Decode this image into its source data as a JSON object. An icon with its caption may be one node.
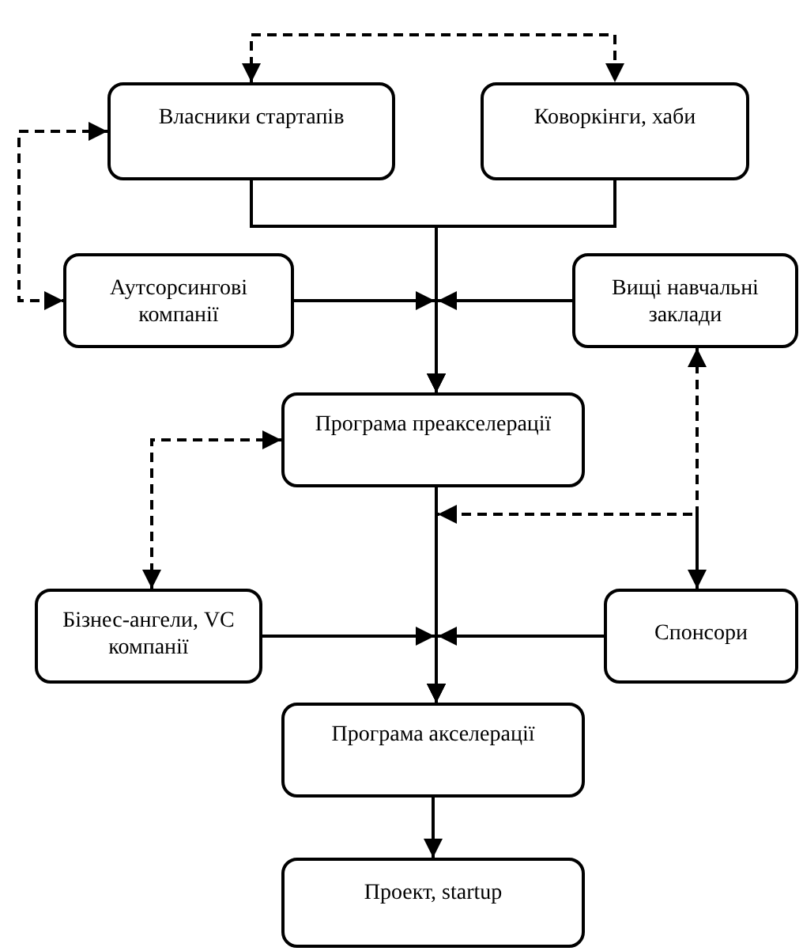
{
  "diagram": {
    "nodes": [
      {
        "text": [
          "Власники стартапів"
        ]
      },
      {
        "text": [
          "Коворкінги, хаби"
        ]
      },
      {
        "text": [
          "Аутсорсингові компанії"
        ]
      },
      {
        "text": [
          "Вищі навчальні заклади"
        ]
      },
      {
        "text": [
          "Програма преакселерації"
        ]
      },
      {
        "text": [
          "Бізнес-ангели, VC компанії"
        ]
      },
      {
        "text": [
          "Спонсори"
        ]
      },
      {
        "text": [
          "Програма акселерації"
        ]
      },
      {
        "text": [
          "Проект, startup"
        ]
      }
    ],
    "edges": [
      {
        "from": 0,
        "to": 1,
        "arrow": "both",
        "style": "dashed"
      },
      {
        "from": 0,
        "to": 2,
        "arrow": "both",
        "style": "dashed"
      },
      {
        "from": 0,
        "to": 4,
        "arrow": "to"
      },
      {
        "from": 1,
        "to": 4,
        "arrow": "to"
      },
      {
        "from": 2,
        "to": 4,
        "arrow": "to"
      },
      {
        "from": 3,
        "to": 4,
        "arrow": "to"
      },
      {
        "from": 4,
        "to": 5,
        "arrow": "both",
        "style": "dashed"
      },
      {
        "from": 3,
        "to": 6,
        "arrow": "both",
        "style": "dashed"
      },
      {
        "from": 6,
        "to": 7,
        "arrow": "to",
        "style": "dashed"
      },
      {
        "from": 4,
        "to": 7,
        "arrow": "to"
      },
      {
        "from": 5,
        "to": 7,
        "arrow": "to"
      },
      {
        "from": 6,
        "to": 7,
        "arrow": "to"
      },
      {
        "from": 7,
        "to": 8,
        "arrow": "to"
      }
    ]
  }
}
